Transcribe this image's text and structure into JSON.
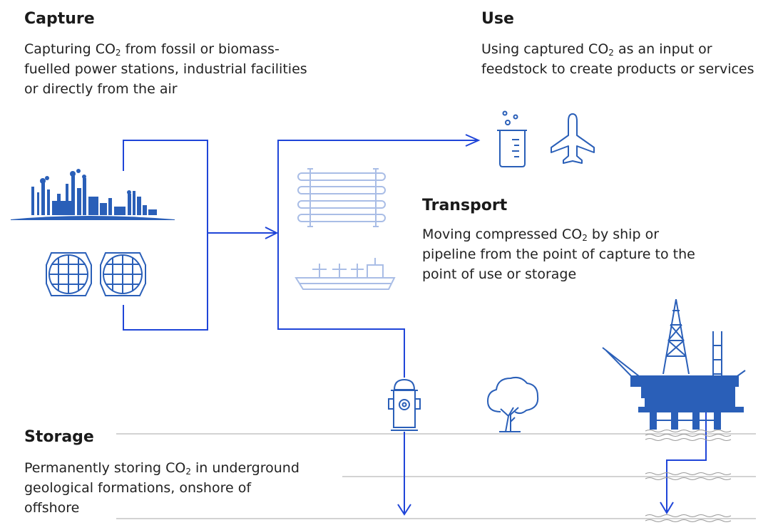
{
  "capture": {
    "title": "Capture",
    "desc_a": "Capturing CO",
    "desc_sub": "2",
    "desc_b": " from fossil or biomass-",
    "desc_line2": "fuelled power stations, industrial facilities",
    "desc_line3": "or directly from the air"
  },
  "use": {
    "title": "Use",
    "desc_a": "Using captured CO",
    "desc_sub": "2",
    "desc_b": " as an input or",
    "desc_line2": "feedstock to create products or services"
  },
  "transport": {
    "title": "Transport",
    "desc_a": "Moving compressed CO",
    "desc_sub": "2",
    "desc_b": " by ship or",
    "desc_line2": "pipeline from the point of capture to the",
    "desc_line3": "point of use or storage"
  },
  "storage": {
    "title": "Storage",
    "desc_a": "Permanently storing CO",
    "desc_sub": "2",
    "desc_b": " in underground",
    "desc_line2": "geological formations, onshore of",
    "desc_line3": "offshore"
  },
  "colors": {
    "flow_blue": "#1f45d8",
    "icon_blue": "#2a5fb8",
    "faded_blue": "#a9bde6",
    "ground_grey": "#b9b9b9"
  },
  "icons": [
    "factory-skyline-icon",
    "direct-air-capture-icon",
    "beaker-icon",
    "airplane-icon",
    "pipeline-icon",
    "tanker-ship-icon",
    "well-hydrant-icon",
    "tree-icon",
    "offshore-rig-icon"
  ]
}
